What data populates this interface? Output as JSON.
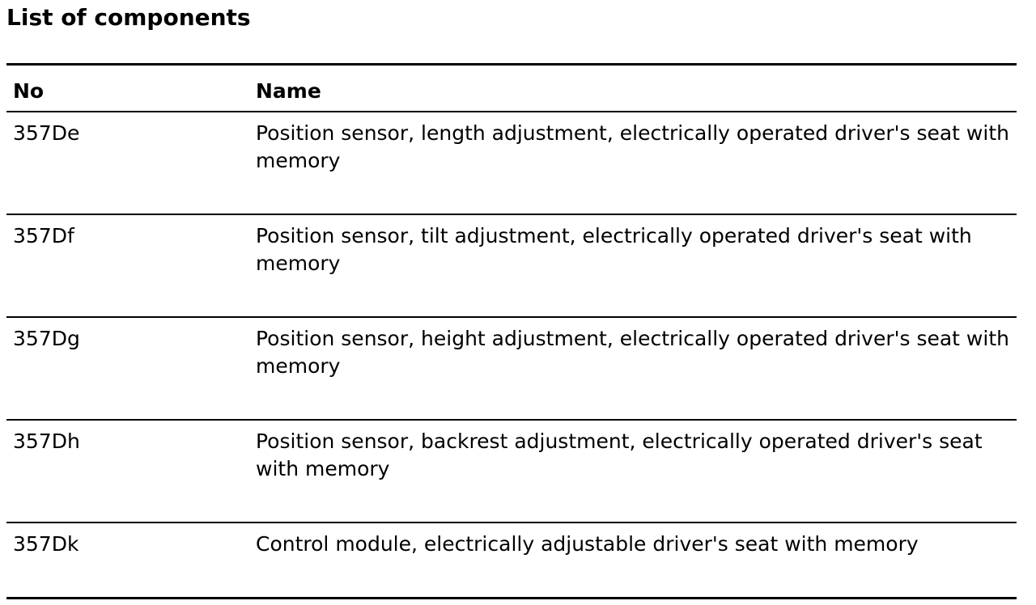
{
  "document": {
    "title": "List of components"
  },
  "table": {
    "headers": {
      "no": "No",
      "name": "Name"
    },
    "rows": [
      {
        "no": "357De",
        "name": "Position sensor, length adjustment, electrically operated driver's seat with memory"
      },
      {
        "no": "357Df",
        "name": "Position sensor, tilt adjustment, electrically operated driver's seat with memory"
      },
      {
        "no": "357Dg",
        "name": "Position sensor, height adjustment, electrically operated driver's seat with memory"
      },
      {
        "no": "357Dh",
        "name": "Position sensor, backrest adjustment, electrically operated driver's seat with memory"
      },
      {
        "no": "357Dk",
        "name": "Control module, electrically adjustable driver's seat with memory"
      }
    ]
  }
}
